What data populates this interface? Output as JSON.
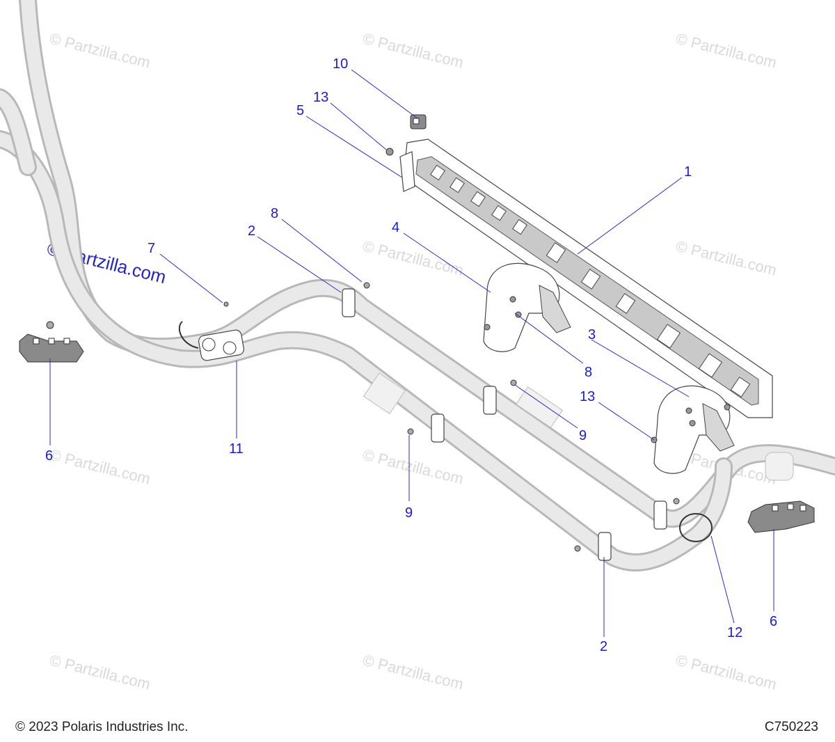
{
  "watermark": {
    "text": "© Partzilla.com"
  },
  "callouts": [
    "1",
    "2",
    "3",
    "4",
    "5",
    "6",
    "7",
    "8",
    "9",
    "10",
    "11",
    "12",
    "13"
  ],
  "footer": {
    "copyright": "© 2023 Polaris Industries Inc.",
    "diagram_code": "C750223"
  },
  "colors": {
    "callout": "#1a1ad6",
    "watermark": "#d9d9d9",
    "line": "#2a2ad0"
  }
}
